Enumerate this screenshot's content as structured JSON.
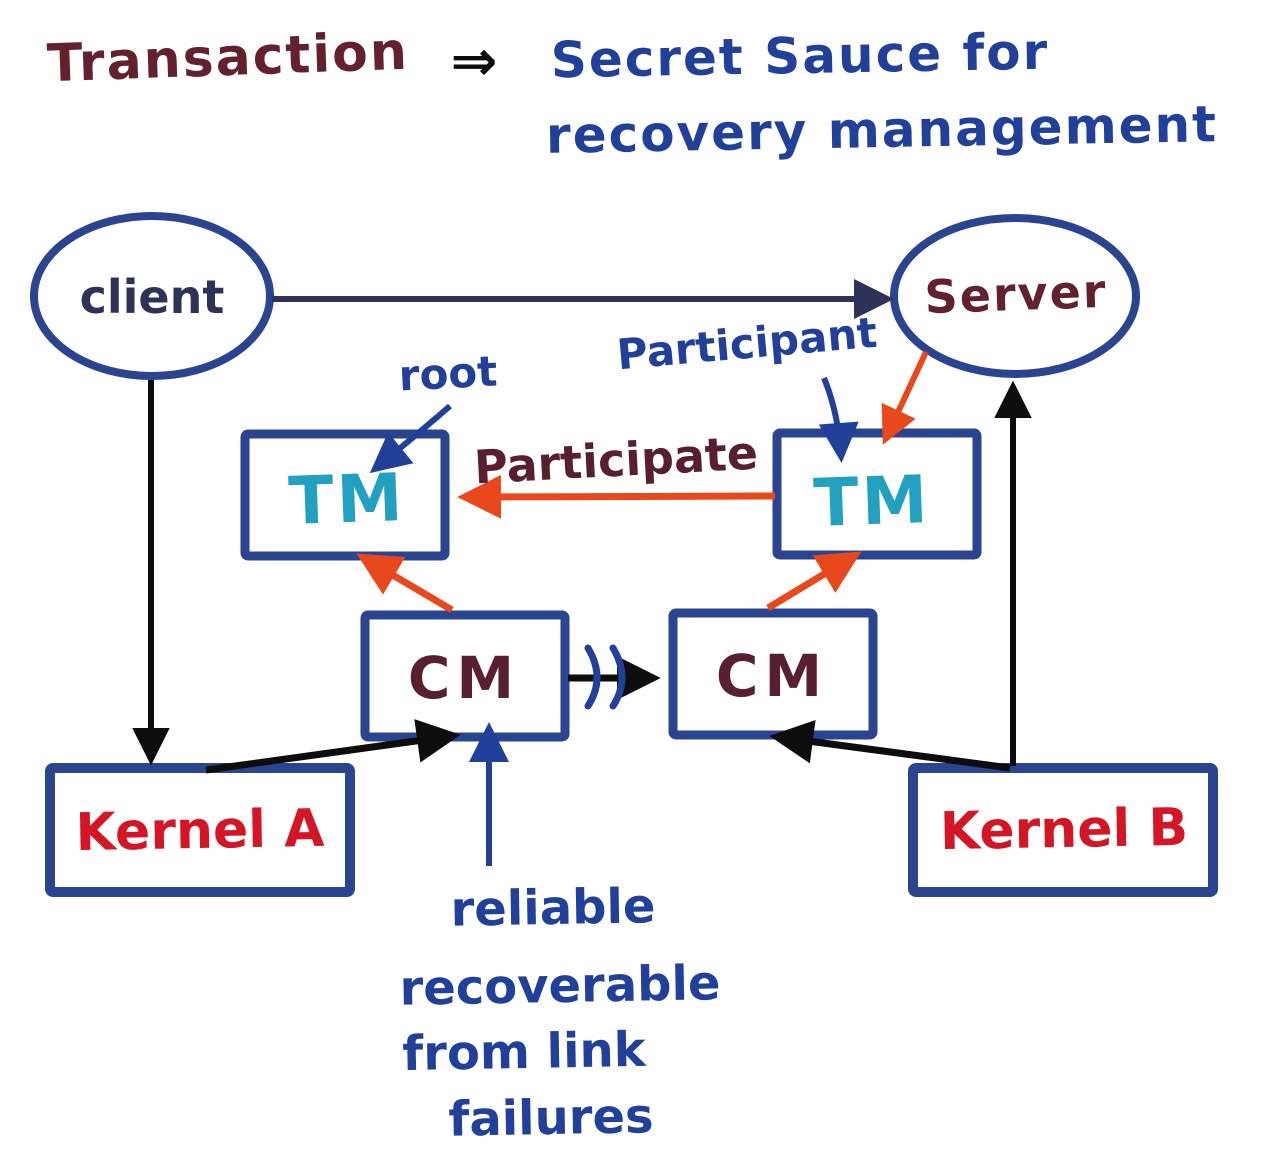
{
  "diagram": {
    "title": {
      "term": "Transaction",
      "connector": "⇒",
      "line1": "Secret Sauce for",
      "line2": "recovery management"
    },
    "nodes": {
      "client": "client",
      "server": "Server",
      "tm_left": "TM",
      "tm_right": "TM",
      "cm_left": "CM",
      "cm_right": "CM",
      "kernel_a": "Kernel A",
      "kernel_b": "Kernel B"
    },
    "labels": {
      "root": "root",
      "participant": "Participant",
      "participate": "Participate"
    },
    "note": {
      "line1": "reliable",
      "line2": "recoverable",
      "line3": "from link",
      "line4": "failures"
    },
    "colors": {
      "background": "#ffffff",
      "box_border_blue": "#2b4490",
      "ink_navy": "#2e3158",
      "ink_blue": "#21409a",
      "ink_maroon": "#63202f",
      "ink_red": "#d41525",
      "ink_cyan": "#22a0c0",
      "arrow_orange": "#e8481c",
      "arrow_black": "#0d0d0d"
    }
  }
}
